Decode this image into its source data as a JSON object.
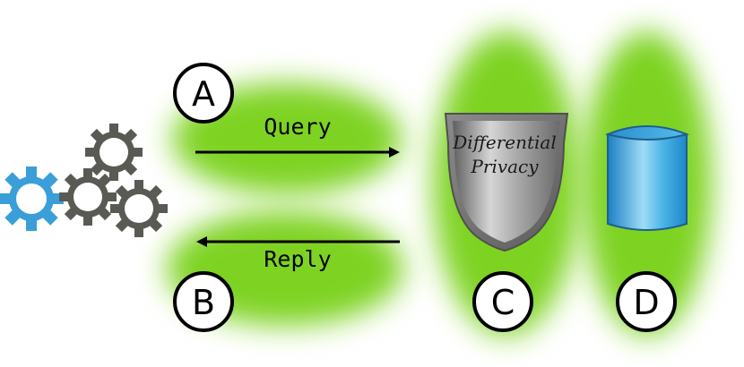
{
  "labels": {
    "a": "A",
    "b": "B",
    "c": "C",
    "d": "D"
  },
  "arrows": {
    "query": "Query",
    "reply": "Reply"
  },
  "shield": {
    "line1": "Differential",
    "line2": "Privacy"
  },
  "icons": {
    "client": "gears-icon",
    "privacy": "shield-icon",
    "database": "database-cylinder-icon"
  },
  "colors": {
    "glow": "#7ed321",
    "gear_blue": "#3a9fd8",
    "gear_gray": "#5a5a55",
    "shield": "#9a9a9a",
    "db": "#3aa6de"
  }
}
